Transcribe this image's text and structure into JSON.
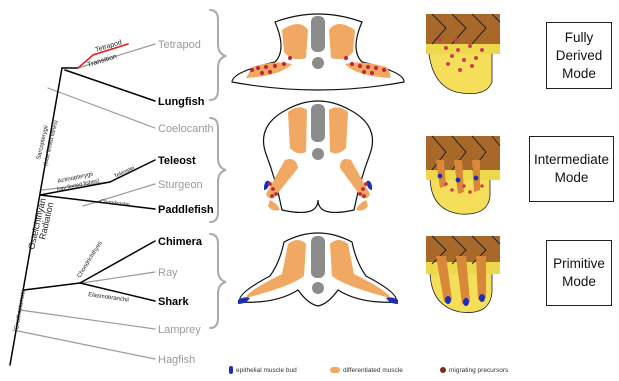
{
  "tree": {
    "taxa": [
      {
        "key": "tetrapod",
        "label": "Tetrapod",
        "emphasis": false
      },
      {
        "key": "lungfish",
        "label": "Lungfish",
        "emphasis": true
      },
      {
        "key": "coelocanth",
        "label": "Coelocanth",
        "emphasis": false
      },
      {
        "key": "teleost",
        "label": "Teleost",
        "emphasis": true
      },
      {
        "key": "sturgeon",
        "label": "Sturgeon",
        "emphasis": false
      },
      {
        "key": "paddlefish",
        "label": "Paddlefish",
        "emphasis": true
      },
      {
        "key": "chimera",
        "label": "Chimera",
        "emphasis": true
      },
      {
        "key": "ray",
        "label": "Ray",
        "emphasis": false
      },
      {
        "key": "shark",
        "label": "Shark",
        "emphasis": true
      },
      {
        "key": "lamprey",
        "label": "Lamprey",
        "emphasis": false
      },
      {
        "key": "hagfish",
        "label": "Hagfish",
        "emphasis": false
      }
    ],
    "clade_labels": {
      "tetrapod": "Tetrapod",
      "transition": "Transition",
      "sarcopterygii": "Sarcopterygii",
      "sarcopterygii_sub": "(lobe finned fishes)",
      "actinopterygii": "Actinopterygii",
      "actinopterygii_sub": "(ray finned fishes)",
      "teleostei": "Teleostei",
      "chondrostei": "Chondrostei",
      "osteichthyan": "Osteichthyan",
      "radiation": "Radiation",
      "chondrichthyes": "Chondrichthyes",
      "elasmobranchii": "Elasmobranchii",
      "gnathostomata": "Gnathostomata"
    },
    "colors": {
      "emphasis": "#000000",
      "muted": "#9a9a9a",
      "transition": "#e0202a"
    }
  },
  "modes": {
    "fully_derived": "Fully\nDerived\nMode",
    "intermediate": "Intermediate\nMode",
    "primitive": "Primitive\nMode"
  },
  "legend": {
    "epithelial": "epithelial muscle bud",
    "differentiated": "differentiated muscle",
    "migrating": "migrating precursors"
  },
  "colors": {
    "muscle": "#f0a862",
    "muscle_bud": "#1b2fb8",
    "precursor": "#c0283a",
    "precursor_legend": "#7c2a1a",
    "notochord": "#8c8c8c",
    "somite_brown": "#a8682a",
    "somite_yellow": "#ecd84a",
    "fin_yellow": "#f5df5a"
  }
}
